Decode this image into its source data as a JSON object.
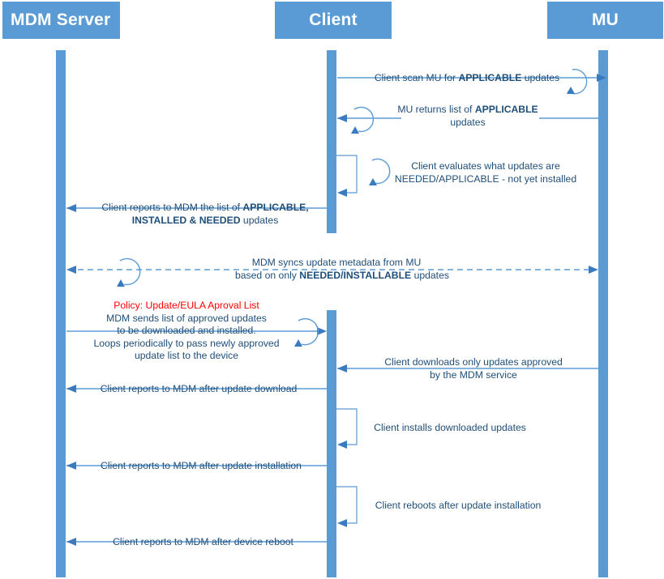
{
  "diagram": {
    "type": "sequence-diagram",
    "title": "MDM / Client / MU update flow",
    "colors": {
      "participant_fill": "#5B9BD5",
      "participant_text": "#FFFFFF",
      "lifeline": "#5B9BD5",
      "arrow": "#5B9BD5",
      "arrow_head": "#3A7BBF",
      "message_text": "#1F4E79",
      "policy_text": "#FF0000",
      "background": "#FFFFFF"
    }
  },
  "participants": [
    {
      "id": "mdm",
      "label": "MDM Server"
    },
    {
      "id": "client",
      "label": "Client"
    },
    {
      "id": "mu",
      "label": "MU"
    }
  ],
  "messages": [
    {
      "id": "m1",
      "from": "client",
      "to": "mu",
      "direction": "right",
      "style": "solid",
      "self_loop": true,
      "lines": [
        {
          "segments": [
            {
              "text": "Client scan MU for ",
              "bold": false
            },
            {
              "text": "APPLICABLE",
              "bold": true
            },
            {
              "text": " updates",
              "bold": false
            }
          ]
        }
      ]
    },
    {
      "id": "m2",
      "from": "mu",
      "to": "client",
      "direction": "left",
      "style": "solid",
      "self_loop": true,
      "lines": [
        {
          "segments": [
            {
              "text": "MU returns list of ",
              "bold": false
            },
            {
              "text": "APPLICABLE",
              "bold": true
            }
          ]
        },
        {
          "segments": [
            {
              "text": "updates",
              "bold": false
            }
          ]
        }
      ]
    },
    {
      "id": "m3",
      "from": "client",
      "to": "client",
      "direction": "self",
      "style": "solid",
      "self_loop": true,
      "lines": [
        {
          "segments": [
            {
              "text": "Client evaluates what updates are",
              "bold": false
            }
          ]
        },
        {
          "segments": [
            {
              "text": "NEEDED/APPLICABLE - not yet installed",
              "bold": false
            }
          ]
        }
      ]
    },
    {
      "id": "m4",
      "from": "client",
      "to": "mdm",
      "direction": "left",
      "style": "solid",
      "self_loop": false,
      "lines": [
        {
          "segments": [
            {
              "text": "Client reports to MDM the list of ",
              "bold": false
            },
            {
              "text": "APPLICABLE,",
              "bold": true
            }
          ]
        },
        {
          "segments": [
            {
              "text": "INSTALLED & NEEDED",
              "bold": true
            },
            {
              "text": " updates",
              "bold": false
            }
          ]
        }
      ]
    },
    {
      "id": "m5",
      "from": "mdm",
      "to": "mu",
      "direction": "both",
      "style": "dashed",
      "self_loop": true,
      "lines": [
        {
          "segments": [
            {
              "text": "MDM syncs update metadata from MU",
              "bold": false
            }
          ]
        },
        {
          "segments": [
            {
              "text": "based on only ",
              "bold": false
            },
            {
              "text": "NEEDED/INSTALLABLE",
              "bold": true
            },
            {
              "text": " updates",
              "bold": false
            }
          ]
        }
      ]
    },
    {
      "id": "m6",
      "from": "mdm",
      "to": "client",
      "direction": "right",
      "style": "solid",
      "self_loop": true,
      "policy_header": "Policy: Update/EULA Aproval List",
      "lines": [
        {
          "segments": [
            {
              "text": "MDM sends list of approved updates",
              "bold": false
            }
          ]
        },
        {
          "segments": [
            {
              "text": "to be downloaded and installed.",
              "bold": false
            }
          ]
        },
        {
          "segments": [
            {
              "text": "Loops periodically to pass newly approved",
              "bold": false
            }
          ]
        },
        {
          "segments": [
            {
              "text": "update list to the device",
              "bold": false
            }
          ]
        }
      ]
    },
    {
      "id": "m7",
      "from": "mu",
      "to": "client",
      "direction": "left",
      "style": "solid",
      "self_loop": false,
      "lines": [
        {
          "segments": [
            {
              "text": "Client downloads only updates approved",
              "bold": false
            }
          ]
        },
        {
          "segments": [
            {
              "text": "by the MDM service",
              "bold": false
            }
          ]
        }
      ]
    },
    {
      "id": "m8",
      "from": "client",
      "to": "mdm",
      "direction": "left",
      "style": "solid",
      "self_loop": false,
      "lines": [
        {
          "segments": [
            {
              "text": "Client reports to MDM after update download",
              "bold": false
            }
          ]
        }
      ]
    },
    {
      "id": "m9",
      "from": "client",
      "to": "client",
      "direction": "self",
      "style": "solid",
      "self_loop": false,
      "lines": [
        {
          "segments": [
            {
              "text": "Client installs downloaded updates",
              "bold": false
            }
          ]
        }
      ]
    },
    {
      "id": "m10",
      "from": "client",
      "to": "mdm",
      "direction": "left",
      "style": "solid",
      "self_loop": false,
      "lines": [
        {
          "segments": [
            {
              "text": "Client reports to MDM after update installation",
              "bold": false
            }
          ]
        }
      ]
    },
    {
      "id": "m11",
      "from": "client",
      "to": "client",
      "direction": "self",
      "style": "solid",
      "self_loop": false,
      "lines": [
        {
          "segments": [
            {
              "text": "Client reboots after update installation",
              "bold": false
            }
          ]
        }
      ]
    },
    {
      "id": "m12",
      "from": "client",
      "to": "mdm",
      "direction": "left",
      "style": "solid",
      "self_loop": false,
      "lines": [
        {
          "segments": [
            {
              "text": "Client reports to MDM after device reboot",
              "bold": false
            }
          ]
        }
      ]
    }
  ],
  "labels": {
    "m1_html": "Client scan MU for <b>APPLICABLE</b> updates",
    "m2_html": "MU returns list of <b>APPLICABLE</b><br>updates",
    "m3_html": "Client evaluates what updates are<br>NEEDED/APPLICABLE - not yet installed",
    "m4_html": "Client reports to MDM the list of <b>APPLICABLE,</b><br><b>INSTALLED &amp; NEEDED</b> updates",
    "m5_html": "MDM syncs update metadata from MU<br>based on only <b>NEEDED/INSTALLABLE</b> updates",
    "m6_html": "<span class=\"policy-line\">Policy: Update/EULA Aproval List</span><br>MDM sends list of approved updates<br>to be downloaded and installed.<br>Loops periodically to pass newly approved<br>update list to the device",
    "m7_html": "Client downloads only updates approved<br>by the MDM service",
    "m8_html": "Client reports to MDM after update download",
    "m9_html": "Client installs downloaded updates",
    "m10_html": "Client reports to MDM after update installation",
    "m11_html": "Client reboots after update installation",
    "m12_html": "Client reports to MDM after device reboot"
  }
}
